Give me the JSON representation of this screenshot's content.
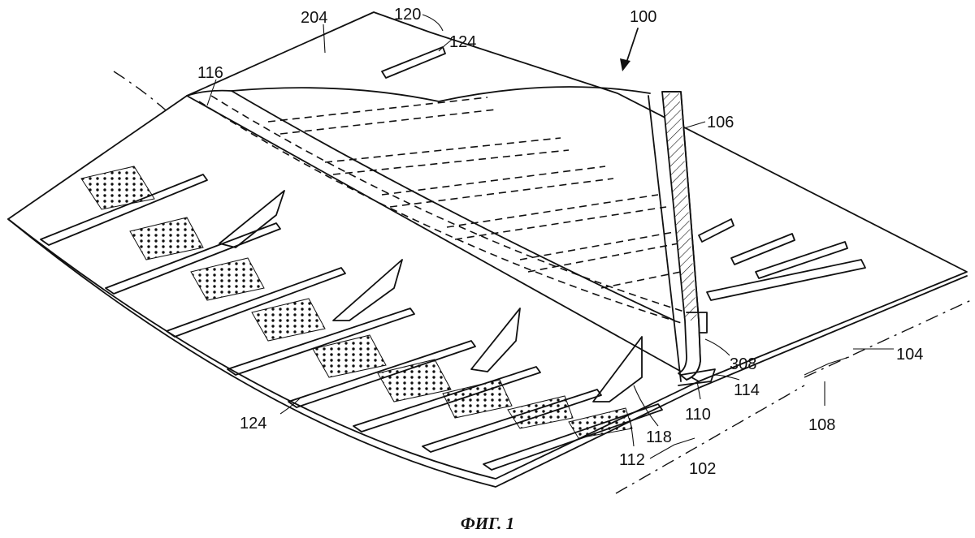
{
  "figure": {
    "caption": "ФИГ. 1",
    "reference_numerals": {
      "n100": "100",
      "n102": "102",
      "n104": "104",
      "n106": "106",
      "n108": "108",
      "n110": "110",
      "n112": "112",
      "n114": "114",
      "n116": "116",
      "n118": "118",
      "n120": "120",
      "n124a": "124",
      "n124b": "124",
      "n204": "204",
      "n308": "308"
    }
  }
}
